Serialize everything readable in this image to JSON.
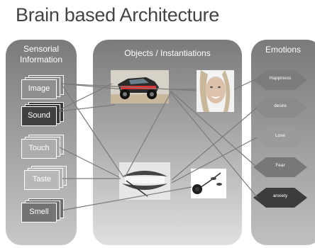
{
  "title": "Brain based Architecture",
  "panels": {
    "left": {
      "title_line1": "Sensorial",
      "title_line2": "Information"
    },
    "middle": {
      "title": "Objects / Instantiations"
    },
    "right": {
      "title": "Emotions"
    }
  },
  "senses": [
    "Image",
    "Sound",
    "Touch",
    "Taste",
    "Smell"
  ],
  "emotions": [
    "Happiness",
    "desire",
    "Love",
    "Fear",
    "anxiety"
  ],
  "objects": [
    "jeep-photo",
    "woman-face-photo",
    "mouth-rose-photo",
    "rose-photo"
  ],
  "colors": {
    "title": "#444444",
    "panel_top": "#7a7a7a",
    "line": "#7a7a7a"
  }
}
